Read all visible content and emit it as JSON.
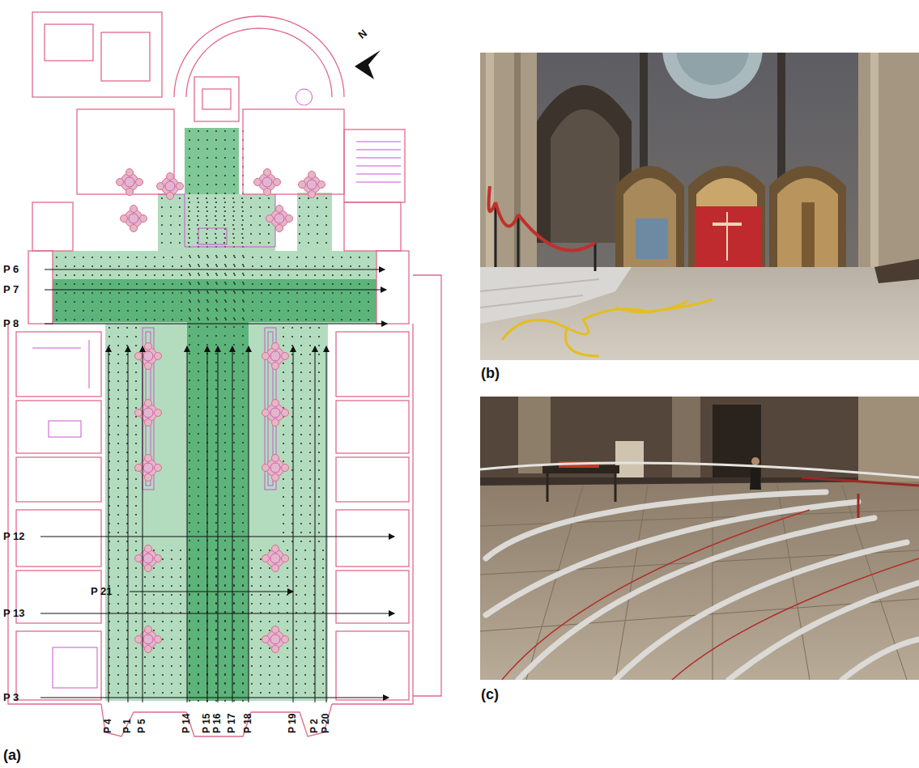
{
  "diagram": {
    "labels": [
      "N",
      "P 6",
      "P 7",
      "P 8",
      "P 12",
      "P 21",
      "P 13",
      "P 3",
      "P 4",
      "P 1",
      "P 5",
      "P 14",
      "P 15",
      "P 16",
      "P 17",
      "P 18",
      "P 19",
      "P 2",
      "P 20",
      "(a)",
      "(b)",
      "(c)"
    ]
  }
}
